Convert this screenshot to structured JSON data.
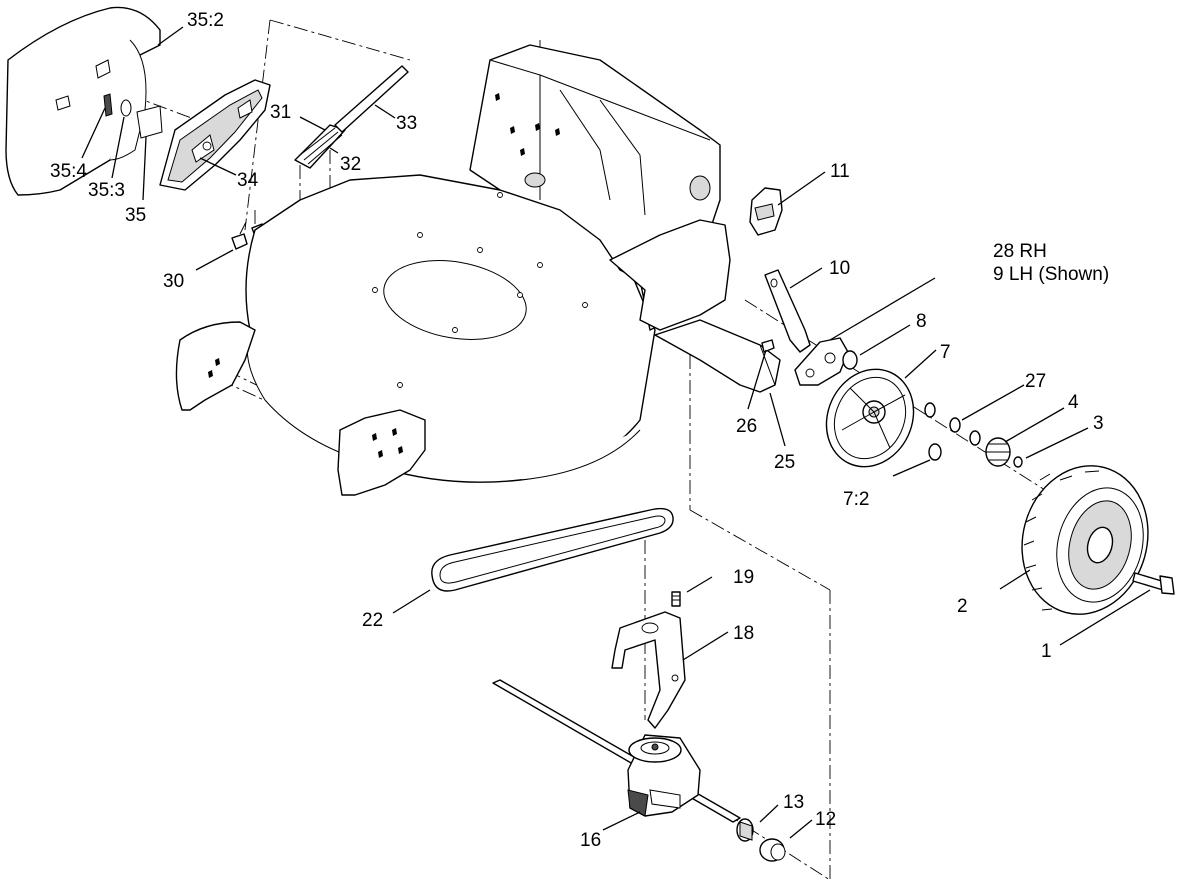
{
  "diagram": {
    "callouts": [
      {
        "id": "c1",
        "text": "1"
      },
      {
        "id": "c2",
        "text": "2"
      },
      {
        "id": "c3",
        "text": "3"
      },
      {
        "id": "c4",
        "text": "4"
      },
      {
        "id": "c7",
        "text": "7"
      },
      {
        "id": "c7_2",
        "text": "7:2"
      },
      {
        "id": "c8",
        "text": "8"
      },
      {
        "id": "c9",
        "text": "9 LH (Shown)"
      },
      {
        "id": "c28",
        "text": "28 RH"
      },
      {
        "id": "c10",
        "text": "10"
      },
      {
        "id": "c11",
        "text": "11"
      },
      {
        "id": "c12",
        "text": "12"
      },
      {
        "id": "c13",
        "text": "13"
      },
      {
        "id": "c16",
        "text": "16"
      },
      {
        "id": "c18",
        "text": "18"
      },
      {
        "id": "c19",
        "text": "19"
      },
      {
        "id": "c22",
        "text": "22"
      },
      {
        "id": "c25",
        "text": "25"
      },
      {
        "id": "c26",
        "text": "26"
      },
      {
        "id": "c27",
        "text": "27"
      },
      {
        "id": "c30",
        "text": "30"
      },
      {
        "id": "c31",
        "text": "31"
      },
      {
        "id": "c32",
        "text": "32"
      },
      {
        "id": "c33",
        "text": "33"
      },
      {
        "id": "c34",
        "text": "34"
      },
      {
        "id": "c35",
        "text": "35"
      },
      {
        "id": "c35_2",
        "text": "35:2"
      },
      {
        "id": "c35_3",
        "text": "35:3"
      },
      {
        "id": "c35_4",
        "text": "35:4"
      }
    ]
  }
}
